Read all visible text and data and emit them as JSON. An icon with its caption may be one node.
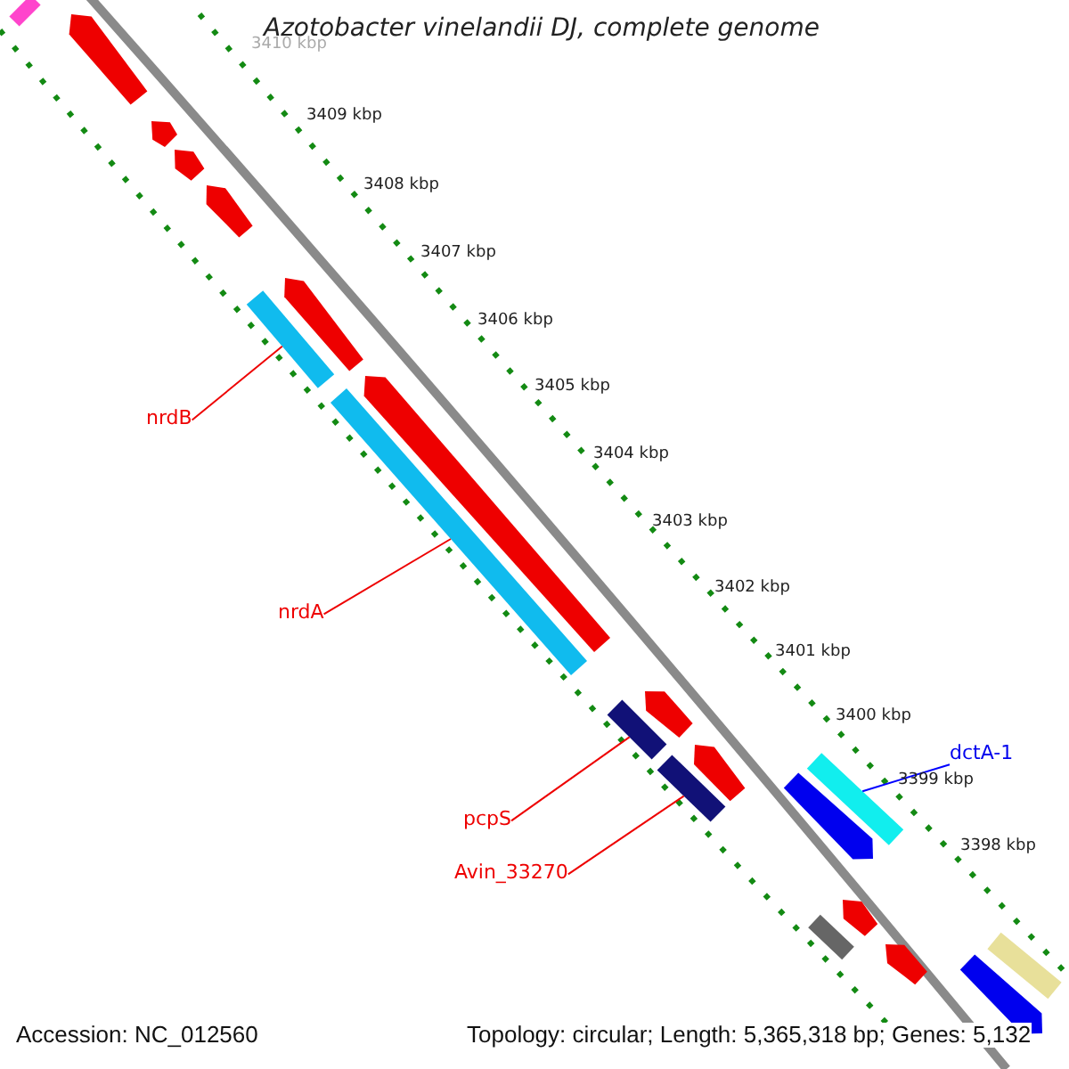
{
  "diagram": {
    "title": "Azotobacter vinelandii DJ, complete genome",
    "nodes": [
      {
        "text": [
          "nrdB"
        ]
      },
      {
        "text": [],
        "shape": "bar"
      },
      {
        "text": [
          "nrdA"
        ]
      },
      {
        "text": [],
        "shape": "bar"
      },
      {
        "text": [
          "pcpS"
        ]
      },
      {
        "text": [],
        "shape": "bar"
      },
      {
        "text": [
          "Avin_33270"
        ]
      },
      {
        "text": [],
        "shape": "bar"
      },
      {
        "text": [
          "dctA-1"
        ]
      },
      {
        "text": [],
        "shape": "bar"
      }
    ],
    "edges": [
      {
        "from": 0,
        "to": 1,
        "arrow": "none"
      },
      {
        "from": 2,
        "to": 3,
        "arrow": "none"
      },
      {
        "from": 4,
        "to": 5,
        "arrow": "none"
      },
      {
        "from": 6,
        "to": 7,
        "arrow": "none"
      },
      {
        "from": 8,
        "to": 9,
        "arrow": "none",
        "color": "#0000ff"
      }
    ],
    "labels": [
      "3410 kbp",
      "3409 kbp",
      "3408 kbp",
      "3407 kbp",
      "3406 kbp",
      "3405 kbp",
      "3404 kbp",
      "3403 kbp",
      "3402 kbp",
      "3401 kbp",
      "3400 kbp",
      "3399 kbp",
      "3398 kbp",
      "Accession: NC_012560",
      "Topology: circular; Length: 5,365,318 bp; Genes: 5,132"
    ]
  }
}
